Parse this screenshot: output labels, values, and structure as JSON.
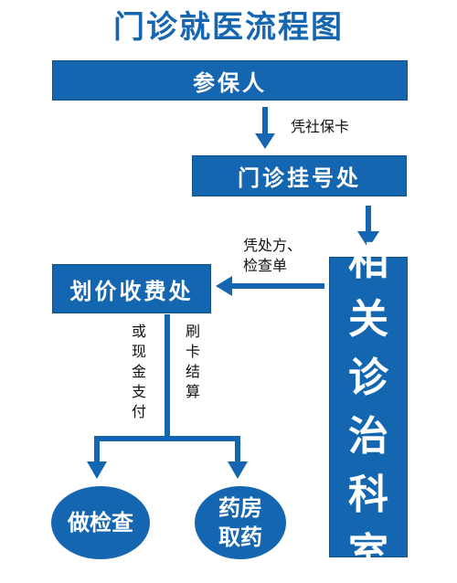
{
  "title": "门诊就医流程图",
  "colors": {
    "primary": "#1466b0",
    "text": "#111111"
  },
  "nodes": {
    "insured": "参保人",
    "registration": "门诊挂号处",
    "department": [
      "相",
      "关",
      "诊",
      "治",
      "科",
      "室"
    ],
    "pricing": "划价收费处",
    "exam": "做检查",
    "pharmacy": [
      "药房",
      "取药"
    ]
  },
  "edges": {
    "insured_to_registration": "凭社保卡",
    "department_to_pricing": [
      "凭处方、",
      "检查单"
    ],
    "pay_cash": "或现金支付",
    "pay_card": "刷卡结算"
  }
}
